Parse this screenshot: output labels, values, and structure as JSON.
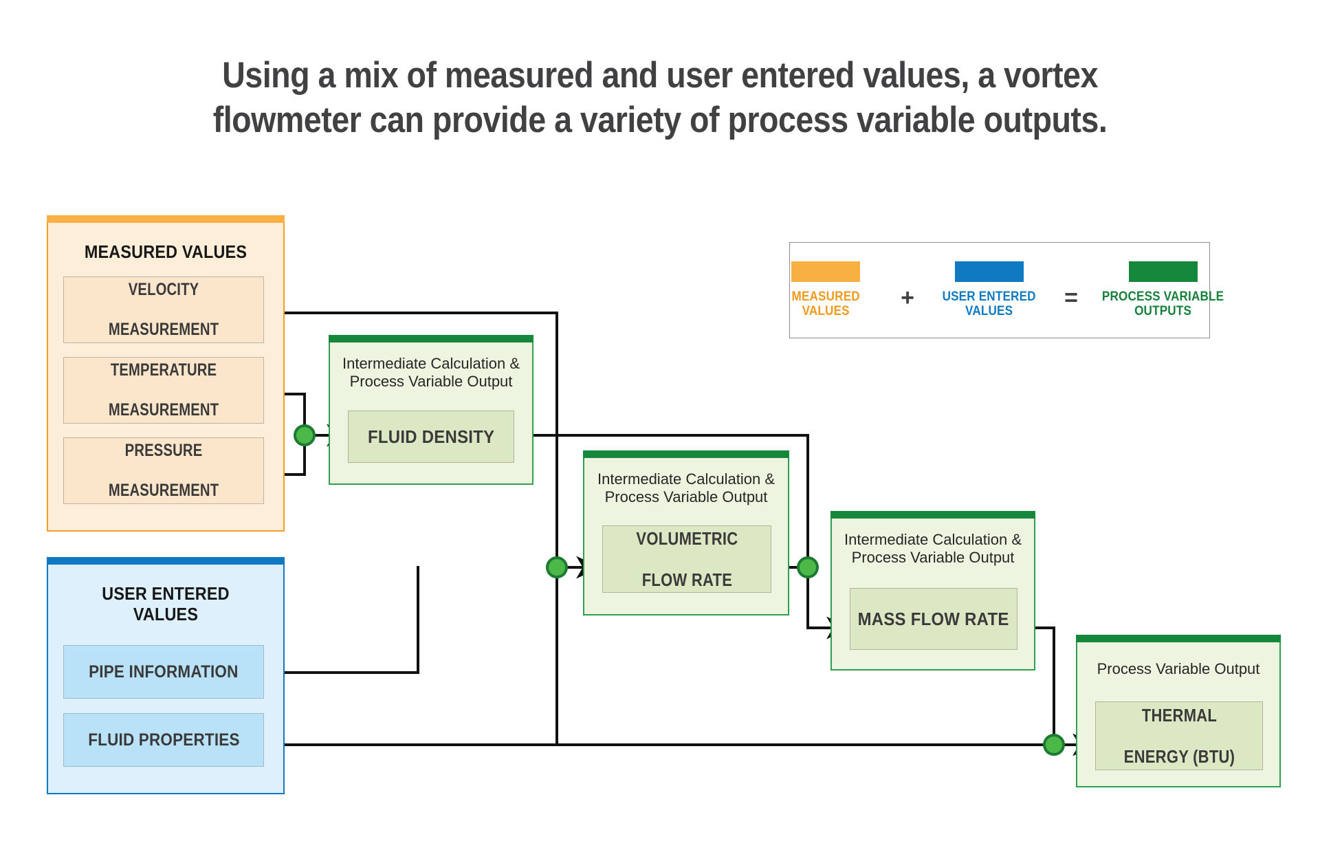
{
  "title": "Using a mix of measured and user entered values, a vortex flowmeter can provide a variety of process variable outputs.",
  "colors": {
    "measured_accent": "#f9b043",
    "measured_fill": "#fdeed9",
    "measured_sub_fill": "#fbe5cb",
    "entered_accent": "#0f7ac1",
    "entered_fill": "#ddf0fb",
    "entered_sub_fill": "#b9e1f7",
    "output_accent": "#15883c",
    "output_fill": "#edf5e0",
    "output_inner_fill": "#dce8c3",
    "junction_dot": "#4cb847",
    "junction_ring": "#1e7a32",
    "wire": "#111111",
    "title_text": "#414042"
  },
  "measured_group": {
    "heading": "MEASURED VALUES",
    "items": [
      {
        "line1": "VELOCITY",
        "line2": "MEASUREMENT"
      },
      {
        "line1": "TEMPERATURE",
        "line2": "MEASUREMENT"
      },
      {
        "line1": "PRESSURE",
        "line2": "MEASUREMENT"
      }
    ]
  },
  "entered_group": {
    "heading_line1": "USER ENTERED",
    "heading_line2": "VALUES",
    "items": [
      {
        "line1": "PIPE INFORMATION",
        "line2": ""
      },
      {
        "line1": "FLUID PROPERTIES",
        "line2": ""
      }
    ]
  },
  "process_cards": [
    {
      "id": "fluid-density",
      "caption_line1": "Intermediate Calculation &",
      "caption_line2": "Process Variable Output",
      "value_line1": "FLUID DENSITY",
      "value_line2": ""
    },
    {
      "id": "volumetric-flow-rate",
      "caption_line1": "Intermediate Calculation &",
      "caption_line2": "Process Variable Output",
      "value_line1": "VOLUMETRIC",
      "value_line2": "FLOW RATE"
    },
    {
      "id": "mass-flow-rate",
      "caption_line1": "Intermediate Calculation &",
      "caption_line2": "Process Variable Output",
      "value_line1": "MASS FLOW RATE",
      "value_line2": ""
    },
    {
      "id": "thermal-energy",
      "caption_line1": "Process Variable Output",
      "caption_line2": "",
      "value_line1": "THERMAL",
      "value_line2": "ENERGY (BTU)"
    }
  ],
  "legend": {
    "items": [
      {
        "swatch": "measured-swatch",
        "line1": "MEASURED",
        "line2": "VALUES"
      },
      {
        "swatch": "user-entered-swatch",
        "line1": "USER ENTERED",
        "line2": "VALUES"
      },
      {
        "swatch": "process-output-swatch",
        "line1": "PROCESS VARIABLE",
        "line2": "OUTPUTS"
      }
    ],
    "operator_plus": "+",
    "operator_equals": "="
  }
}
